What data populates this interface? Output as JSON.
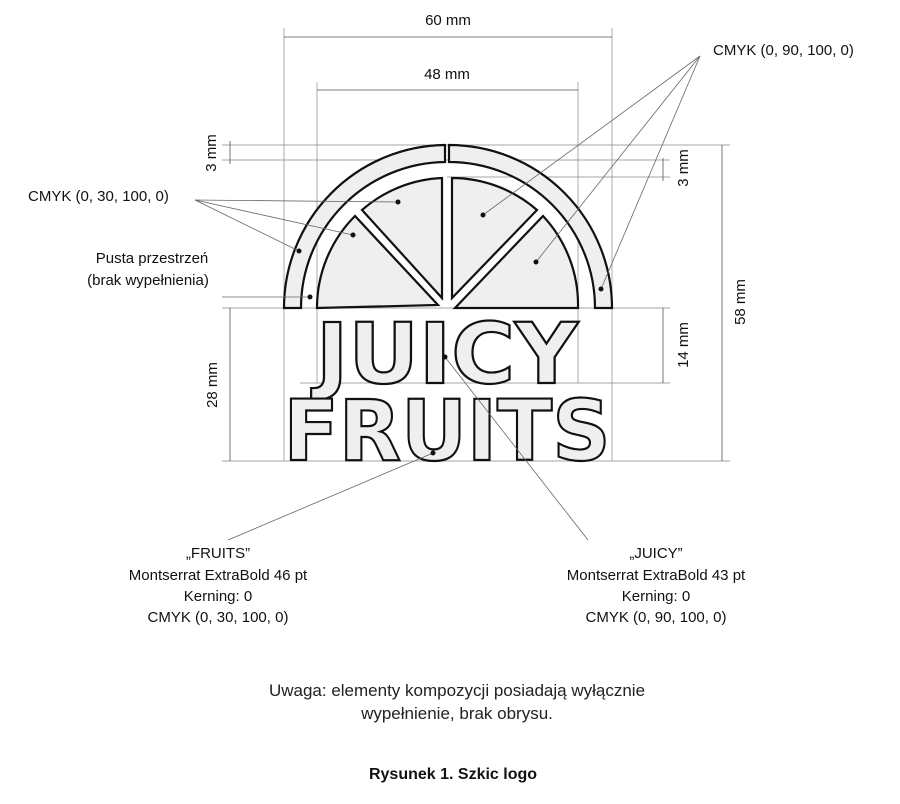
{
  "dimensions": {
    "width_outer": "60 mm",
    "width_inner": "48 mm",
    "ring_thickness": "3 mm",
    "ring_gap": "3 mm",
    "total_height": "58 mm",
    "juicy_height": "14 mm",
    "text_block_height": "28 mm"
  },
  "callouts": {
    "orange": "CMYK (0, 90, 100, 0)",
    "yellow": "CMYK (0, 30, 100, 0)",
    "empty_line1": "Pusta przestrzeń",
    "empty_line2": "(brak wypełnienia)"
  },
  "logo": {
    "word1": "JUICY",
    "word2": "FRUITS"
  },
  "fruits_spec": [
    "„FRUITS”",
    "Montserrat ExtraBold 46 pt",
    "Kerning: 0",
    "CMYK (0, 30, 100, 0)"
  ],
  "juicy_spec": [
    "„JUICY”",
    "Montserrat ExtraBold 43 pt",
    "Kerning: 0",
    "CMYK (0, 90, 100, 0)"
  ],
  "note": [
    "Uwaga: elementy kompozycji posiadają wyłącznie",
    "wypełnienie, brak obrysu."
  ],
  "caption": "Rysunek 1. Szkic logo"
}
